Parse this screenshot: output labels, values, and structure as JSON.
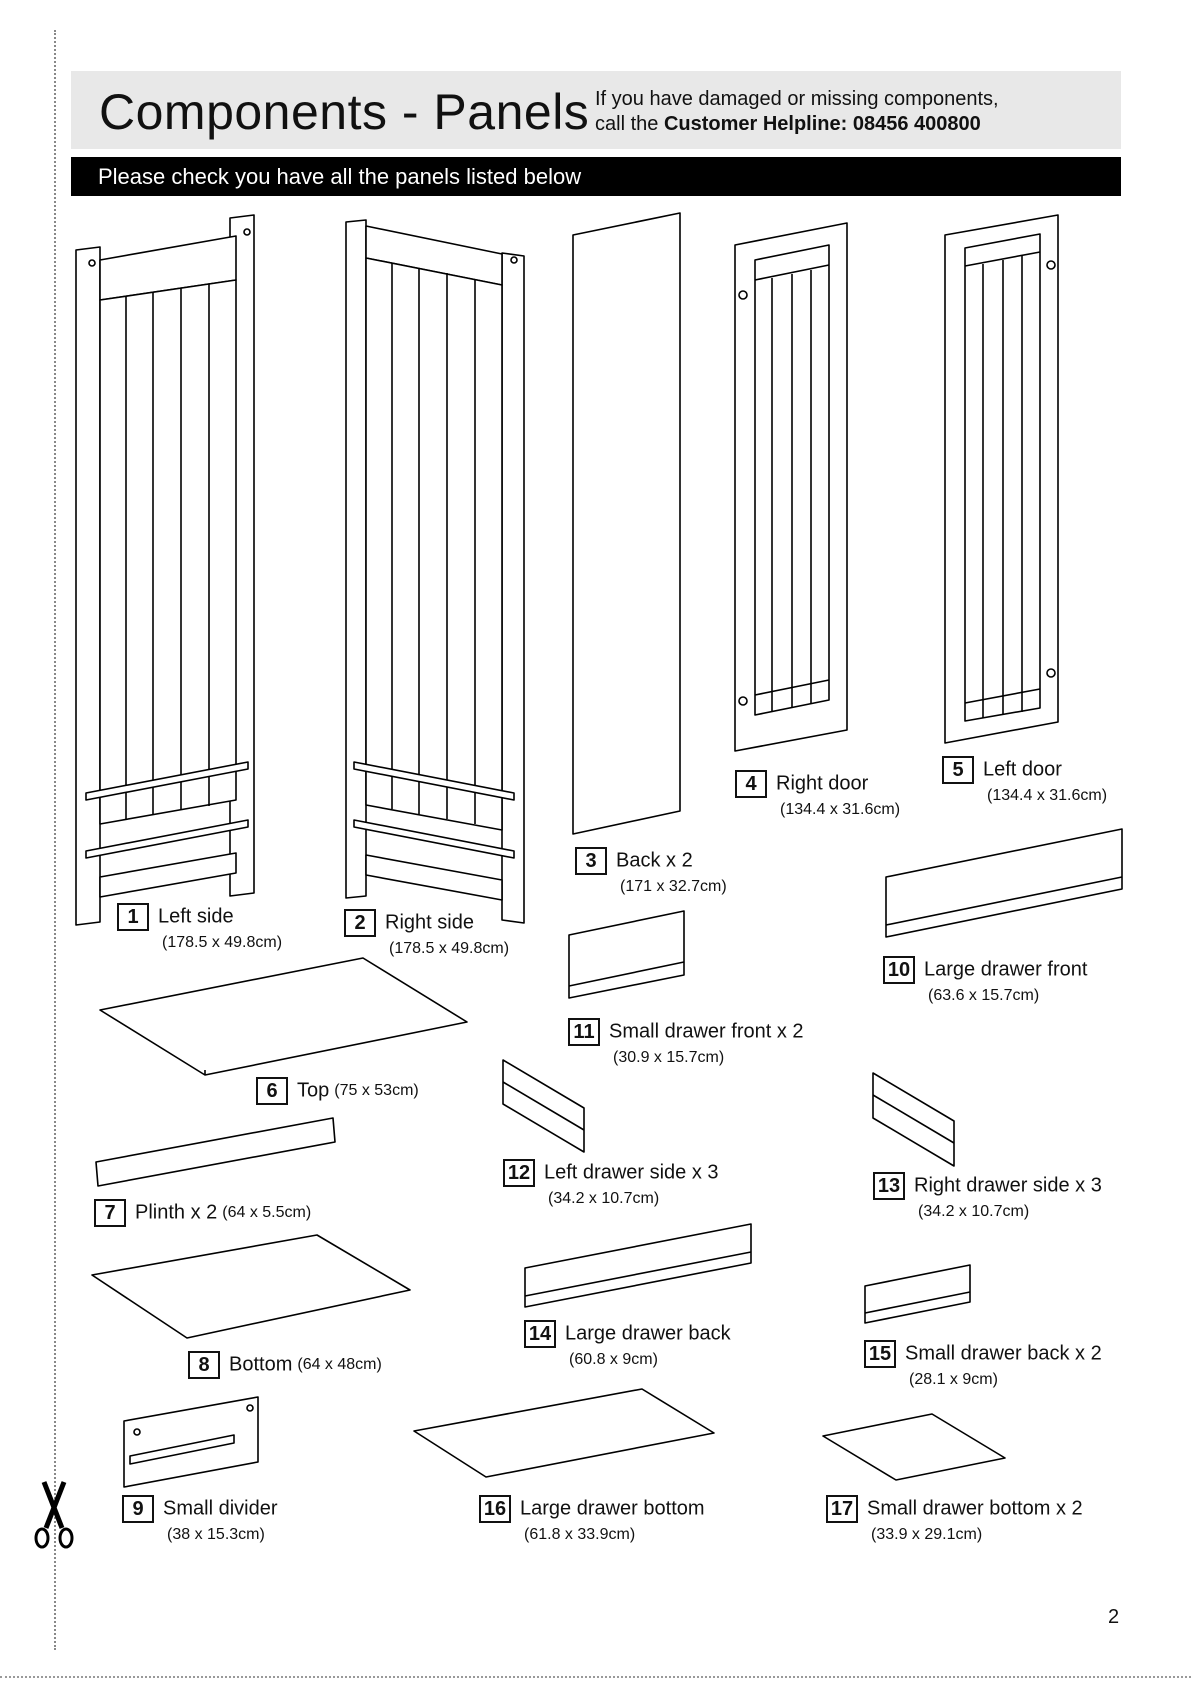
{
  "header": {
    "title": "Components - Panels",
    "helpline_line1": "If you have damaged or missing components,",
    "helpline_prefix": "call the ",
    "helpline_label": "Customer Helpline: 08456 400800"
  },
  "banner": {
    "text": "Please check you have all the panels listed below"
  },
  "parts": [
    {
      "number": "1",
      "name": "Left side",
      "dims": "(178.5 x 49.8cm)"
    },
    {
      "number": "2",
      "name": "Right side",
      "dims": "(178.5 x 49.8cm)"
    },
    {
      "number": "3",
      "name": "Back x 2",
      "dims": "(171 x 32.7cm)"
    },
    {
      "number": "4",
      "name": "Right door",
      "dims": "(134.4 x 31.6cm)"
    },
    {
      "number": "5",
      "name": "Left door",
      "dims": "(134.4 x 31.6cm)"
    },
    {
      "number": "6",
      "name": "Top",
      "dims": "(75 x 53cm)"
    },
    {
      "number": "7",
      "name": "Plinth x 2",
      "dims": "(64 x 5.5cm)"
    },
    {
      "number": "8",
      "name": "Bottom",
      "dims": "(64 x 48cm)"
    },
    {
      "number": "9",
      "name": "Small divider",
      "dims": "(38 x 15.3cm)"
    },
    {
      "number": "10",
      "name": "Large drawer front",
      "dims": "(63.6 x 15.7cm)"
    },
    {
      "number": "11",
      "name": "Small drawer front x 2",
      "dims": "(30.9 x 15.7cm)"
    },
    {
      "number": "12",
      "name": "Left drawer side x 3",
      "dims": "(34.2 x 10.7cm)"
    },
    {
      "number": "13",
      "name": "Right drawer side x 3",
      "dims": "(34.2 x 10.7cm)"
    },
    {
      "number": "14",
      "name": "Large drawer back",
      "dims": "(60.8 x 9cm)"
    },
    {
      "number": "15",
      "name": "Small drawer back x 2",
      "dims": "(28.1 x 9cm)"
    },
    {
      "number": "16",
      "name": "Large drawer bottom",
      "dims": "(61.8 x 33.9cm)"
    },
    {
      "number": "17",
      "name": "Small drawer bottom x 2",
      "dims": "(33.9 x 29.1cm)"
    }
  ],
  "page_number": "2",
  "icons": {
    "cut_marker": "scissors-icon"
  }
}
